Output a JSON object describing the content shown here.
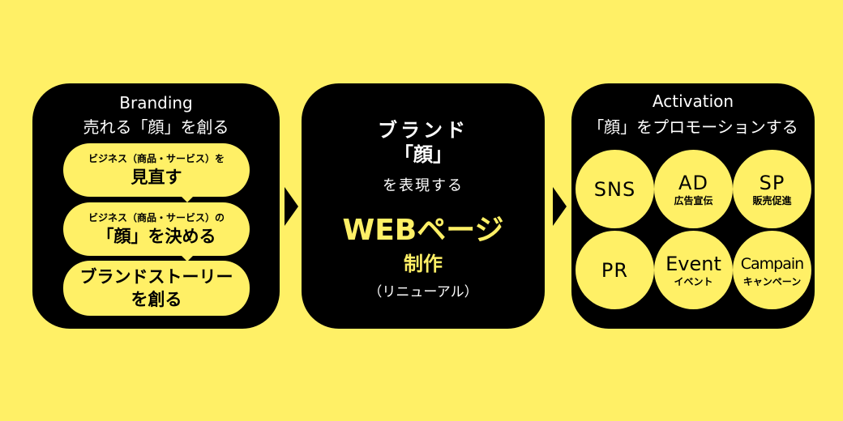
{
  "branding": {
    "title": "Branding",
    "subtitle": "売れる「顔」を創る",
    "steps": [
      {
        "small": "ビジネス（商品・サービス）を",
        "large": "見直す"
      },
      {
        "small": "ビジネス（商品・サービス）の",
        "large": "「顔」を決める"
      },
      {
        "large": "ブランドストーリー",
        "large2": "を創る"
      }
    ]
  },
  "web": {
    "line1": "ブランド",
    "line2": "「顔」",
    "line3": "を表現する",
    "main": "WEBページ",
    "sub": "制作",
    "note": "（リニューアル）"
  },
  "activation": {
    "title": "Activation",
    "subtitle": "「顔」をプロモーションする",
    "items": [
      {
        "label": "SNS"
      },
      {
        "label": "AD",
        "sub": "広告宣伝"
      },
      {
        "label": "SP",
        "sub": "販売促進"
      },
      {
        "label": "PR"
      },
      {
        "label": "Event",
        "sub": "イベント"
      },
      {
        "label": "Campain",
        "sub": "キャンペーン"
      }
    ]
  },
  "colors": {
    "background": "#fff066",
    "box": "#000000"
  }
}
